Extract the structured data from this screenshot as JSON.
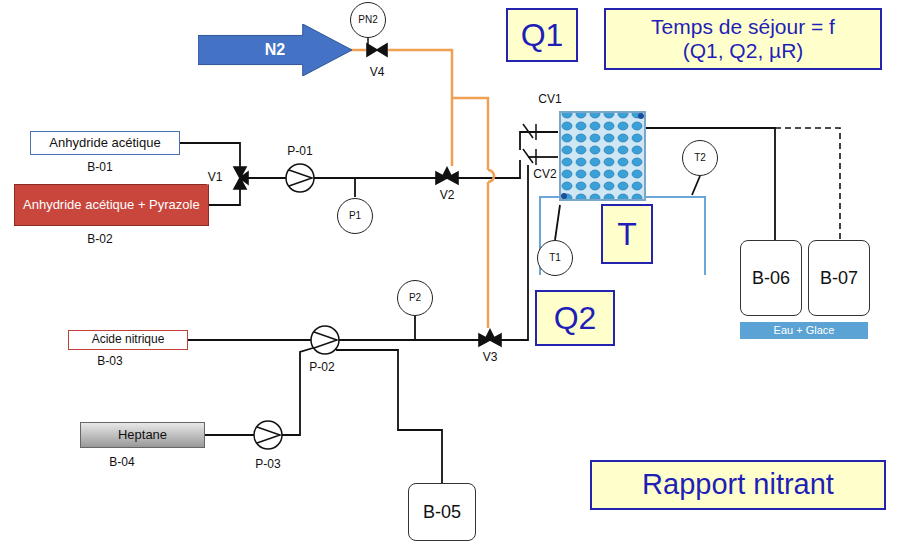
{
  "diagram": {
    "nodes": [
      {
        "text": [
          "PN2"
        ]
      },
      {
        "text": [
          "N2"
        ]
      },
      {
        "text": [
          "Q1"
        ]
      },
      {
        "text": [
          "Temps de séjour = f (Q1, Q2, µR)"
        ]
      },
      {
        "text": [
          "Anhydride acétique"
        ]
      },
      {
        "text": [
          "Anhydride acétique + Pyrazole"
        ]
      },
      {
        "text": [
          "P1"
        ]
      },
      {
        "text": [
          "T2"
        ]
      },
      {
        "text": [
          "T"
        ]
      },
      {
        "text": [
          "T1"
        ]
      },
      {
        "text": [
          "B-06"
        ]
      },
      {
        "text": [
          "B-07"
        ]
      },
      {
        "text": [
          "Q2"
        ]
      },
      {
        "text": [
          "Eau + Glace"
        ]
      },
      {
        "text": [
          "Acide nitrique"
        ]
      },
      {
        "text": [
          "P2"
        ]
      },
      {
        "text": [
          "Heptane"
        ]
      },
      {
        "text": [
          "B-05"
        ]
      },
      {
        "text": [
          "Rapport nitrant"
        ]
      }
    ],
    "labels": [
      "V4",
      "CV1",
      "CV2",
      "V1",
      "P-01",
      "V2",
      "B-01",
      "B-02",
      "P-02",
      "V3",
      "B-03",
      "P-03",
      "B-04"
    ]
  }
}
